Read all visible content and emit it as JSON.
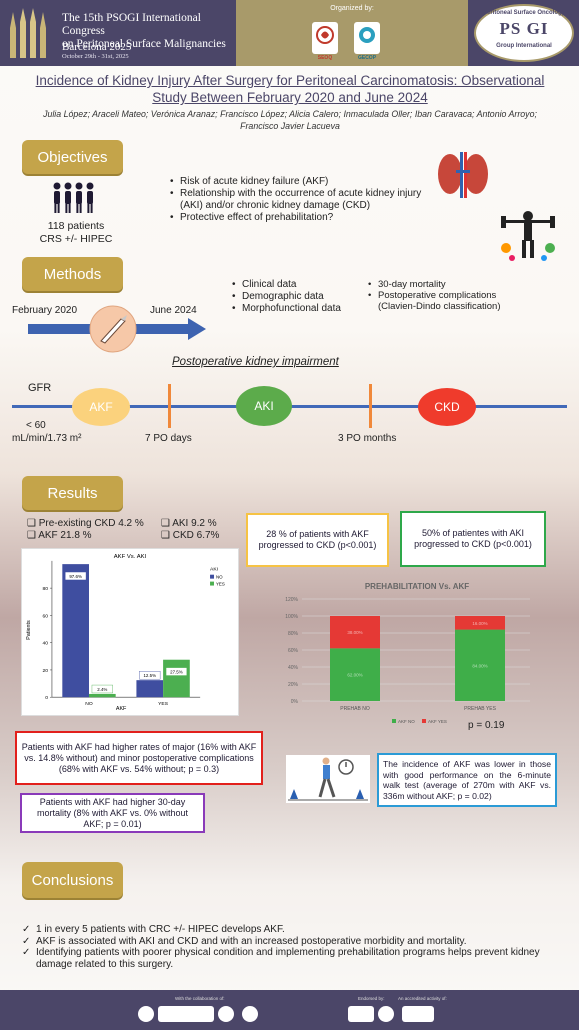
{
  "header": {
    "title_line1": "The 15th PSOGI International Congress",
    "title_line2": "on Peritoneal Surface Malignancies",
    "city": "Barcelona 2025",
    "dates": "October 29th - 31st, 2025",
    "organized_by": "Organized by:",
    "org1": "SEOQ",
    "org2": "GECOP",
    "psogi_top": "Peritoneal Surface Oncology",
    "psogi_mid": "PS  GI",
    "psogi_bot": "Group International"
  },
  "title": "Incidence of Kidney Injury After Surgery for Peritoneal Carcinomatosis: Observational Study Between February 2020 and June 2024",
  "authors": "Julia López; Araceli Mateo; Verónica Aranaz; Francisco López; Alicia Calero; Inmaculada Oller; Iban Caravaca; Antonio Arroyo; Francisco Javier Lacueva",
  "objectives": {
    "heading": "Objectives",
    "patients": "118 patients",
    "treatment": "CRS +/- HIPEC",
    "items": [
      "Risk of acute kidney failure (AKF)",
      "Relationship with the occurrence of acute kidney injury (AKI) and/or chronic kidney damage (CKD)",
      "Protective effect of prehabilitation?"
    ]
  },
  "methods": {
    "heading": "Methods",
    "start": "February 2020",
    "end": "June 2024",
    "data_items": [
      "Clinical data",
      "Demographic data",
      "Morphofunctional data"
    ],
    "outcome_items": [
      "30-day mortality",
      "Postoperative complications (Clavien-Dindo classification)"
    ],
    "timeline_title": "Postoperative kidney impairment",
    "gfr": "GFR",
    "gfr_value": "< 60",
    "gfr_unit": "mL/min/1.73 m²",
    "akf": "AKF",
    "aki": "AKI",
    "ckd": "CKD",
    "po7": "7 PO days",
    "po3": "3 PO months"
  },
  "results": {
    "heading": "Results",
    "stats": [
      "❑ Pre-existing CKD 4.2 %",
      "❑ AKI 9.2 %",
      "❑ AKF 21.8 %",
      "❑ CKD 6.7%"
    ],
    "box_akf_ckd": "28 % of patients with AKF progressed to CKD (p<0.001)",
    "box_aki_ckd": "50% of patientes with AKI progressed to CKD (p<0.001)",
    "box_complications": "Patients with AKF had higher rates of major (16% with AKF vs. 14.8% without) and minor postoperative complications (68% with AKF vs. 54% without; p = 0.3)",
    "box_mortality": "Patients with AKF had higher 30-day mortality (8% with AKF vs. 0% without AKF; p = 0.01)",
    "box_walk": "The incidence of AKF was lower in those with good performance on the 6-minute walk test (average of 270m with AKF vs. 336m without AKF; p = 0.02)",
    "p_value": "p = 0.19"
  },
  "chart_data": [
    {
      "type": "bar",
      "title": "AKF Vs. AKI",
      "xlabel": "AKF",
      "ylabel": "Patients",
      "categories": [
        "NO",
        "YES"
      ],
      "series": [
        {
          "name": "NO",
          "values": [
            97.6,
            12.5
          ],
          "color": "#3f4ea0"
        },
        {
          "name": "YES",
          "values": [
            2.4,
            27.5
          ],
          "color": "#4caf50"
        }
      ],
      "data_labels": [
        [
          "97.6%",
          "12.5%"
        ],
        [
          "2.4%",
          "27.5%"
        ]
      ],
      "legend_title": "AKI",
      "legend": "right",
      "yticks": [
        0,
        20,
        40,
        60,
        80
      ],
      "ylim": [
        0,
        100
      ],
      "grid": false
    },
    {
      "type": "bar",
      "stacked": true,
      "title": "PREHABILITATION Vs. AKF",
      "categories": [
        "PREHAB NO",
        "PREHAB YES"
      ],
      "series": [
        {
          "name": "AKF NO",
          "values": [
            62,
            84
          ],
          "color": "#3fae49"
        },
        {
          "name": "AKF YES",
          "values": [
            38,
            16
          ],
          "color": "#e53935"
        }
      ],
      "data_labels": [
        [
          "62.00%",
          "84.00%"
        ],
        [
          "38.00%",
          "16.00%"
        ]
      ],
      "yticks": [
        "0%",
        "20%",
        "40%",
        "60%",
        "80%",
        "100%",
        "120%"
      ],
      "ylim": [
        0,
        120
      ],
      "legend": "bottom",
      "grid": true
    }
  ],
  "conclusions": {
    "heading": "Conclusions",
    "items": [
      "1 in every 5 patients with CRC +/- HIPEC develops AKF.",
      "AKF  is associated with  AKI and CKD and with an increased postoperative morbidity and mortality.",
      "Identifying patients with poorer physical condition and implementing prehabilitation programs helps prevent kidney damage related to this surgery."
    ]
  },
  "footer": {
    "collab": "With the collaboration of:",
    "endorsed": "Endorsed by:",
    "accredited": "An accredited activity of:"
  },
  "colors": {
    "brand_purple": "#4b4668",
    "gold": "#c4a44a",
    "timeline_blue": "#4169b8"
  }
}
